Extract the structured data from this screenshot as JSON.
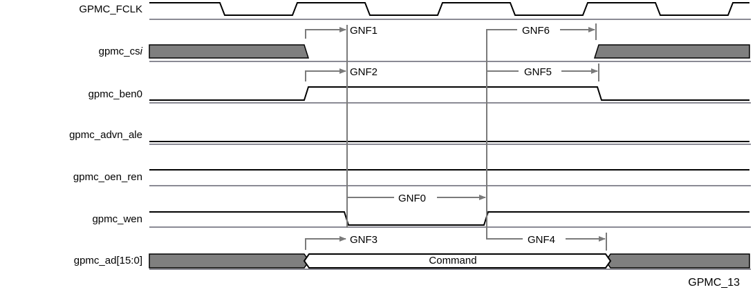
{
  "figure_id": "GPMC_13",
  "signals": [
    {
      "name": "GPMC_FCLK"
    },
    {
      "name": "gpmc_cs",
      "suffix": "i"
    },
    {
      "name": "gpmc_ben0"
    },
    {
      "name": "gpmc_advn_ale"
    },
    {
      "name": "gpmc_oen_ren"
    },
    {
      "name": "gpmc_wen"
    },
    {
      "name": "gpmc_ad[15:0]"
    }
  ],
  "bus_value": "Command",
  "timing_params": [
    "GNF0",
    "GNF1",
    "GNF2",
    "GNF3",
    "GNF4",
    "GNF5",
    "GNF6"
  ],
  "colors": {
    "signal": "#000000",
    "baseline": "#8a8a94",
    "shade": "#7f7f7f",
    "marker": "#7a7a7a"
  }
}
